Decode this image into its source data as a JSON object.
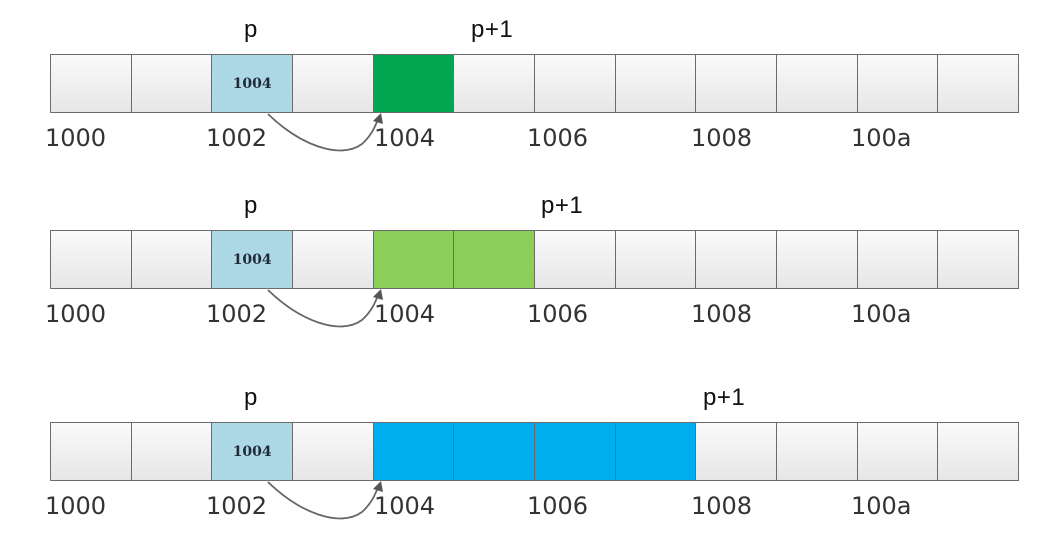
{
  "cell_count": 12,
  "pointer_value": "1004",
  "colors": {
    "pointer_cell": "#add8e6",
    "highlight_char": "#00a650",
    "highlight_short": "#8bcf58",
    "highlight_int": "#00aeef"
  },
  "rows": [
    {
      "pointer_label": "p",
      "next_label": "p+1",
      "highlight_cells": 1,
      "highlight_color": "#00a650",
      "addresses": [
        "1000",
        "1002",
        "1004",
        "1006",
        "1008",
        "100a"
      ]
    },
    {
      "pointer_label": "p",
      "next_label": "p+1",
      "highlight_cells": 2,
      "highlight_color": "#8bcf58",
      "addresses": [
        "1000",
        "1002",
        "1004",
        "1006",
        "1008",
        "100a"
      ]
    },
    {
      "pointer_label": "p",
      "next_label": "p+1",
      "highlight_cells": 4,
      "highlight_color": "#00aeef",
      "addresses": [
        "1000",
        "1002",
        "1004",
        "1006",
        "1008",
        "100a"
      ]
    }
  ]
}
